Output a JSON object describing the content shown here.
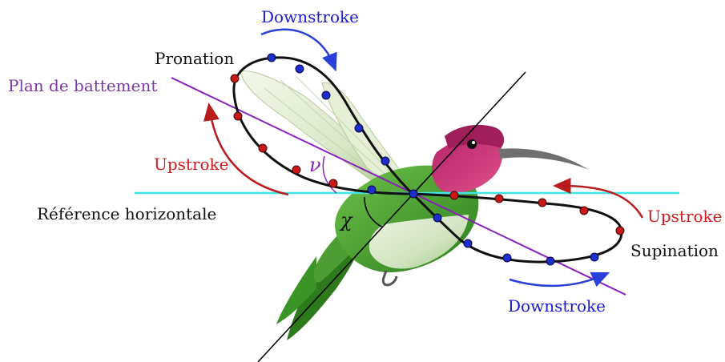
{
  "labels": {
    "downstroke_top": "Downstroke",
    "pronation": "Pronation",
    "plan_de_battement": "Plan de battement",
    "upstroke_left": "Upstroke",
    "reference_horizontale": "Référence horizontale",
    "upstroke_right": "Upstroke",
    "supination": "Supination",
    "downstroke_bottom": "Downstroke",
    "nu": "ν",
    "chi": "χ"
  },
  "colors": {
    "downstroke": "#1a1ad6",
    "upstroke": "#d11a1a",
    "arrow_red": "#b81c1c",
    "arrow_blue": "#2a3fd8",
    "plane": "#8a1fbf",
    "horizontal": "#3fe6e6",
    "axis": "#000000",
    "text_black": "#111111",
    "plane_text": "#7a3aa8",
    "dot_blue": "#1c2ecb",
    "dot_red": "#c81818",
    "bird_green": "#3f9a2a",
    "bird_head": "#c0306a",
    "bird_belly": "#e8f0dc"
  }
}
